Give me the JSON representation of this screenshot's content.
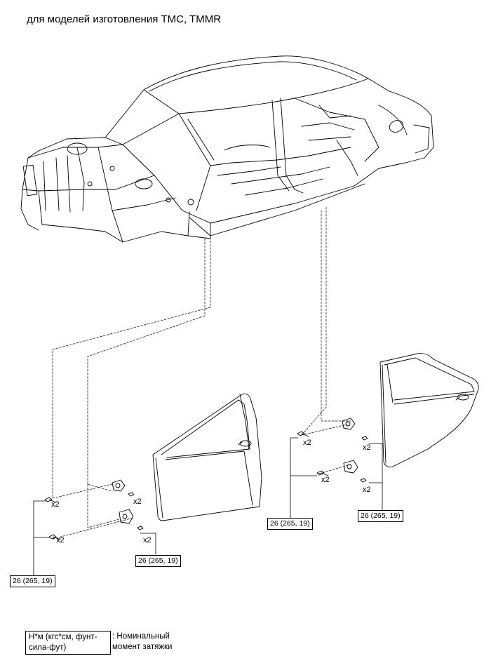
{
  "header": {
    "title": "для моделей изготовления TMC, TMMR"
  },
  "front_door": {
    "hinge_bolt_qty_upper": "x2",
    "hinge_bolt_qty_lower": "x2",
    "body_bolt_qty_upper": "x2",
    "body_bolt_qty_lower": "x2",
    "torque_door_side": "26 (265, 19)",
    "torque_body_side": "26 (265, 19)"
  },
  "rear_door": {
    "hinge_bolt_qty_upper": "x2",
    "hinge_bolt_qty_lower": "x2",
    "body_bolt_qty_upper": "x2",
    "body_bolt_qty_lower": "x2",
    "torque_body_side": "26 (265, 19)",
    "torque_door_side": "26 (265, 19)"
  },
  "legend": {
    "unit_line1": "Н*м (кгс*см, фунт-",
    "unit_line2": "сила-фут)",
    "desc_line1": ": Номинальный",
    "desc_line2": "момент затяжки"
  }
}
